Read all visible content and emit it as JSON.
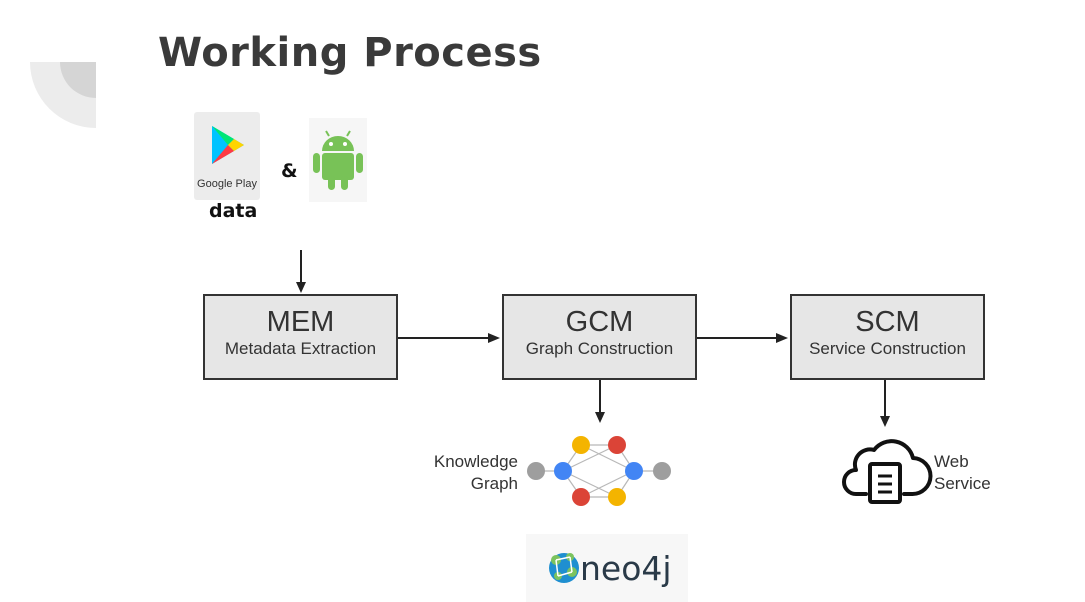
{
  "title": "Working Process",
  "sources": {
    "google_play_label": "Google Play",
    "ampersand": "&",
    "data_label": "data"
  },
  "modules": {
    "mem": {
      "abbr": "MEM",
      "full": "Metadata Extraction"
    },
    "gcm": {
      "abbr": "GCM",
      "full": "Graph Construction"
    },
    "scm": {
      "abbr": "SCM",
      "full": "Service Construction"
    }
  },
  "outputs": {
    "knowledge_graph": {
      "line1": "Knowledge",
      "line2": "Graph"
    },
    "web_service": {
      "line1": "Web",
      "line2": "Service"
    },
    "neo4j_logo_text": "neo4j"
  },
  "icons": [
    "google-play-icon",
    "android-icon",
    "knowledge-graph-icon",
    "cloud-document-icon",
    "neo4j-logo-icon"
  ],
  "colors": {
    "title": "#3a3a3a",
    "box_fill": "#e6e6e6",
    "box_border": "#333333",
    "android_green": "#78c257",
    "graph_blue": "#4285f4",
    "graph_yellow": "#f4b400",
    "graph_red": "#db4437",
    "graph_gray": "#9e9e9e",
    "neo4j_text": "#2a3a48",
    "neo4j_blue": "#1f8fd0"
  }
}
